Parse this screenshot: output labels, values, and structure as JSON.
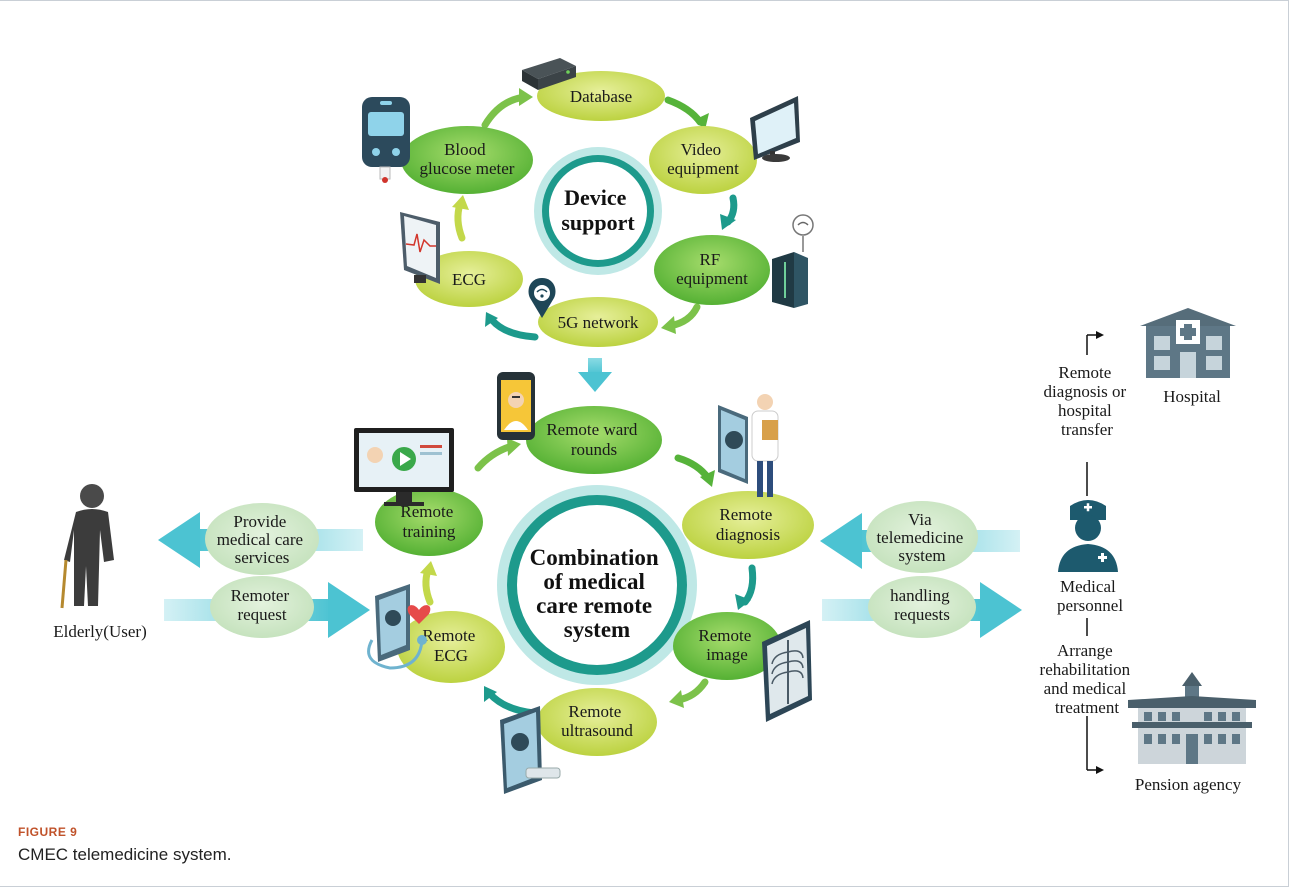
{
  "device_cycle": {
    "center": [
      "Device",
      "support"
    ],
    "nodes": {
      "database": [
        "Database"
      ],
      "video": [
        "Video",
        "equipment"
      ],
      "rf": [
        "RF",
        "equipment"
      ],
      "network": [
        "5G network"
      ],
      "ecg": [
        "ECG"
      ],
      "glucose": [
        "Blood",
        "glucose meter"
      ]
    }
  },
  "remote_cycle": {
    "center": [
      "Combination",
      "of medical",
      "care remote",
      "system"
    ],
    "nodes": {
      "ward": [
        "Remote ward",
        "rounds"
      ],
      "diagnosis": [
        "Remote",
        "diagnosis"
      ],
      "image": [
        "Remote",
        "image"
      ],
      "ultrasound": [
        "Remote",
        "ultrasound"
      ],
      "ecg": [
        "Remote",
        "ECG"
      ],
      "training": [
        "Remote",
        "training"
      ]
    }
  },
  "left_flows": {
    "provide": [
      "Provide",
      "medical care",
      "services"
    ],
    "request": [
      "Remoter",
      "request"
    ],
    "user_label": "Elderly(User)"
  },
  "right_flows": {
    "via": [
      "Via",
      "telemedicine",
      "system"
    ],
    "handling": [
      "handling",
      "requests"
    ],
    "personnel": [
      "Medical",
      "personnel"
    ],
    "to_hospital": [
      "Remote",
      "diagnosis or",
      "hospital",
      "transfer"
    ],
    "to_pension": [
      "Arrange",
      "rehabilitation",
      "and medical",
      "treatment"
    ],
    "hospital": "Hospital",
    "pension": "Pension agency"
  },
  "caption": {
    "tag": "FIGURE 9",
    "text": "CMEC telemedicine system."
  },
  "colors": {
    "teal": "#1d9a8c",
    "teal_light": "#bfe8e6",
    "green_dark": "#56b33a",
    "green_mid": "#7cc24a",
    "yellow_green": "#c3d84a",
    "pale_green": "#cfe8c9",
    "cyan_arrow": "#5cc9d6",
    "icon_dark": "#2f4f5a"
  }
}
